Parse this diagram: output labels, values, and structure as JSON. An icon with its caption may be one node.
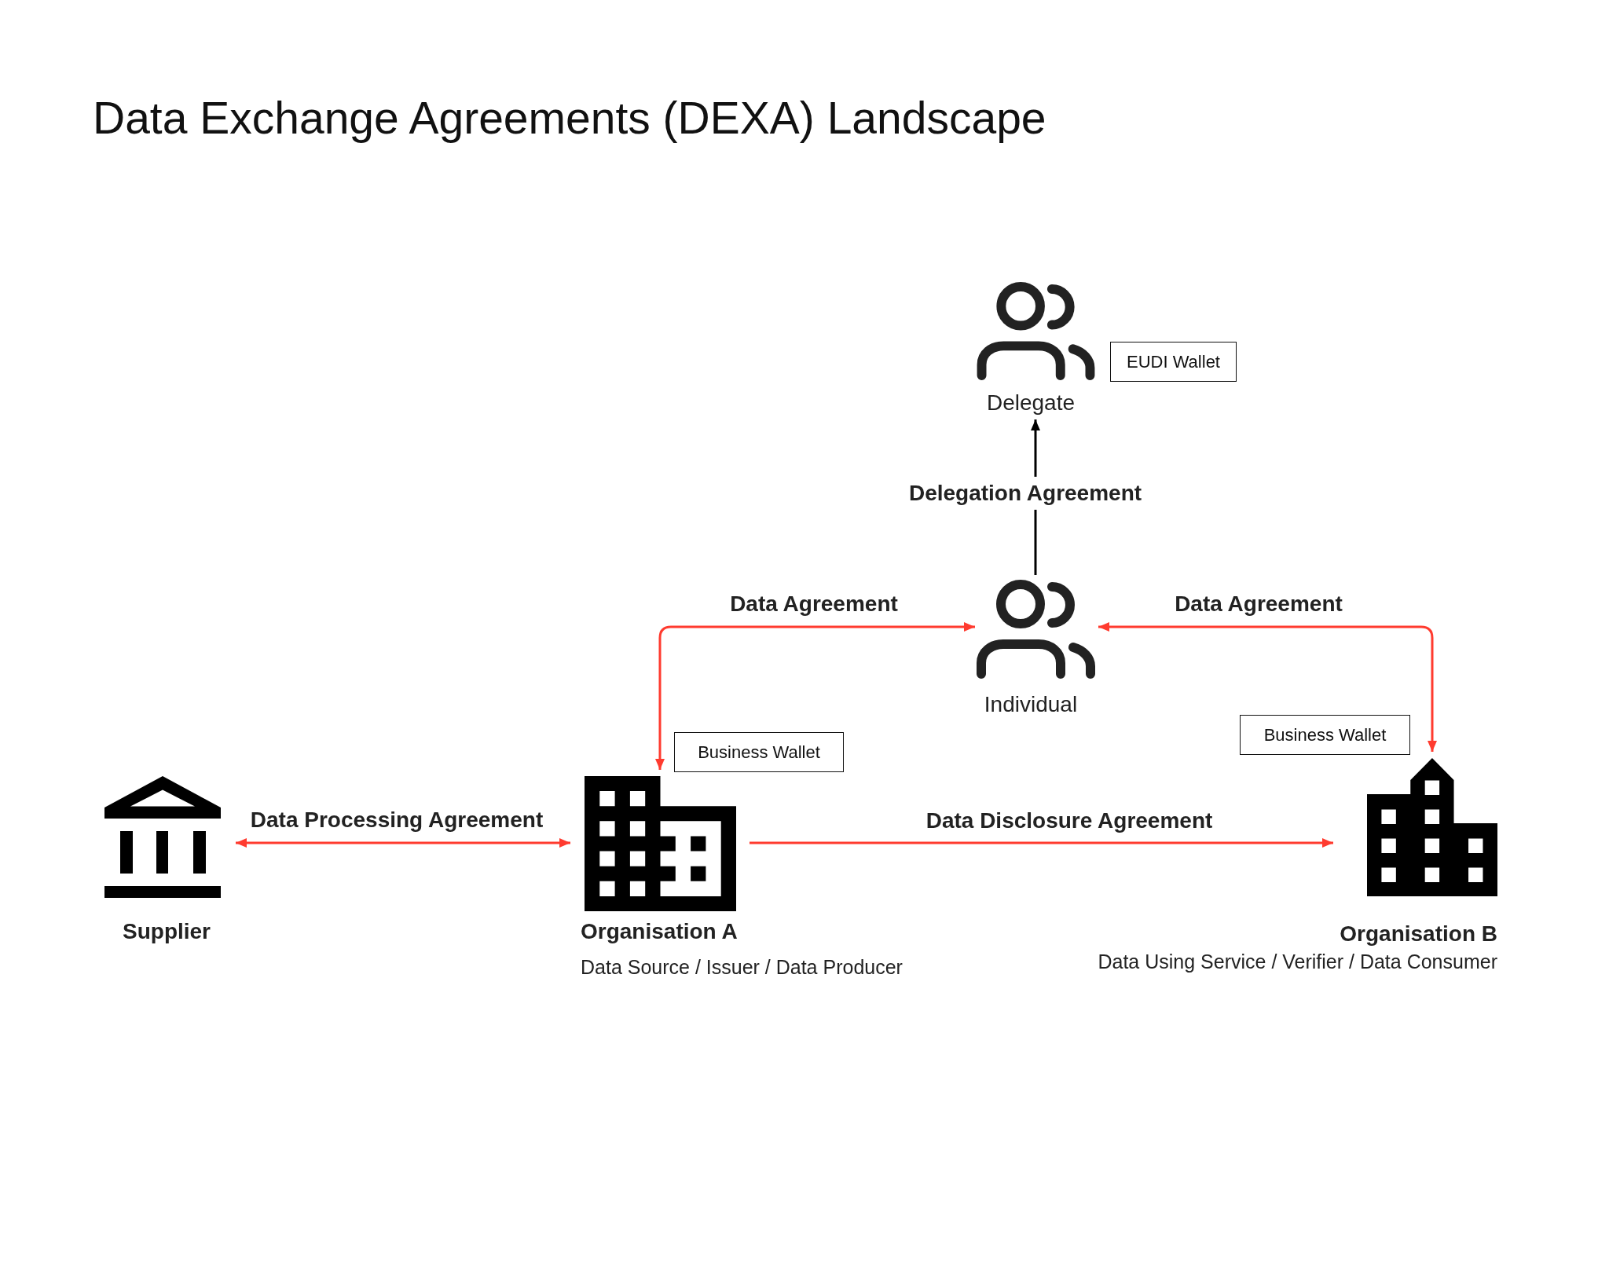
{
  "diagram": {
    "title": "Data Exchange Agreements (DEXA) Landscape",
    "nodes": [
      {
        "text": [
          "Delegate"
        ]
      },
      {
        "text": [
          "EUDI Wallet"
        ]
      },
      {
        "text": [
          "Individual"
        ]
      },
      {
        "text": [
          "Supplier"
        ]
      },
      {
        "text": [
          "Organisation A"
        ],
        "beside": [
          "Data Source / Issuer / Data Producer"
        ]
      },
      {
        "text": [
          "Business Wallet"
        ]
      },
      {
        "text": [
          "Organisation B"
        ],
        "beside": [
          "Data Using Service / Verifier / Data Consumer"
        ]
      },
      {
        "text": [
          "Business Wallet"
        ]
      }
    ],
    "edges": [
      {
        "from": 2,
        "to": 0,
        "arrow": "to",
        "label": "Delegation Agreement",
        "color": "#000000"
      },
      {
        "from": 4,
        "to": 2,
        "arrow": "both",
        "label": "Data Agreement"
      },
      {
        "from": 6,
        "to": 2,
        "arrow": "both",
        "label": "Data Agreement"
      },
      {
        "from": 3,
        "to": 4,
        "arrow": "both",
        "label": "Data Processing Agreement"
      },
      {
        "from": 4,
        "to": 6,
        "arrow": "to",
        "label": "Data Disclosure Agreement"
      }
    ]
  }
}
